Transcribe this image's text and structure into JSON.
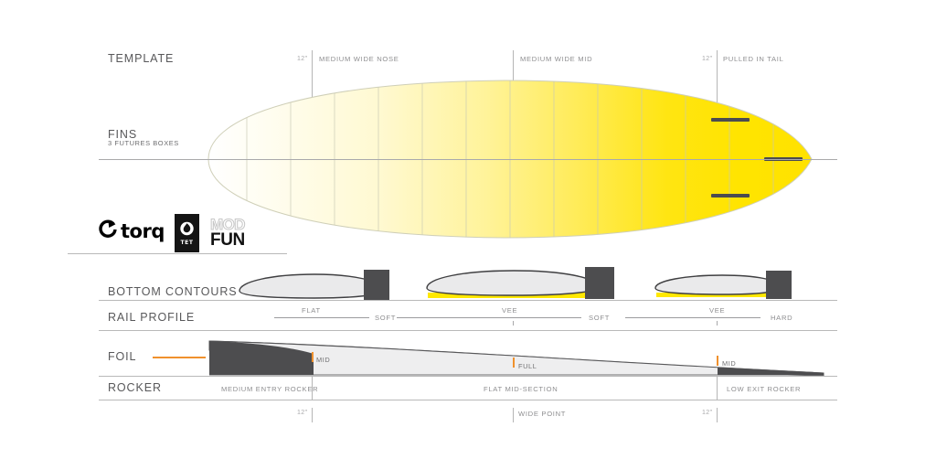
{
  "brand": {
    "name": "torq",
    "badge_text": "TET",
    "badge_icon": "flame-check-icon",
    "model_prefix": "MOD",
    "model_name": "FUN"
  },
  "rows": [
    {
      "id": "template",
      "title": "TEMPLATE",
      "subtitle": ""
    },
    {
      "id": "fins",
      "title": "FINS",
      "subtitle": "3 FUTURES BOXES"
    },
    {
      "id": "bottom_contours",
      "title": "BOTTOM  CONTOURS",
      "subtitle": ""
    },
    {
      "id": "rail_profile",
      "title": "RAIL PROFILE",
      "subtitle": ""
    },
    {
      "id": "foil",
      "title": "FOIL",
      "subtitle": ""
    },
    {
      "id": "rocker",
      "title": "ROCKER",
      "subtitle": ""
    }
  ],
  "template_markers": {
    "nose_dim": "12\"",
    "nose_label": "MEDIUM WIDE NOSE",
    "mid_label": "MEDIUM WIDE MID",
    "tail_dim": "12\"",
    "tail_label": "PULLED IN TAIL"
  },
  "bottom_markers": {
    "left_dim": "12\"",
    "center_label": "WIDE POINT",
    "right_dim": "12\""
  },
  "rail_profile": {
    "segments": [
      "FLAT",
      "SOFT",
      "VEE",
      "SOFT",
      "VEE",
      "HARD"
    ]
  },
  "foil": {
    "labels": [
      "MID",
      "FULL",
      "MID"
    ]
  },
  "rocker": {
    "zones": [
      "MEDIUM ENTRY ROCKER",
      "FLAT MID-SECTION",
      "LOW EXIT ROCKER"
    ]
  },
  "colors": {
    "board_yellow": "#ffe800",
    "board_pale": "#fffdf2",
    "accent_orange": "#f0912d",
    "rule_grey": "#b9b9b9",
    "text_grey": "#58585a",
    "annotation_grey": "#8e8e90",
    "section_dark": "#4d4d4f",
    "section_light": "#e9e9ea"
  },
  "fins": {
    "count": 3,
    "box_type": "FUTURES"
  }
}
